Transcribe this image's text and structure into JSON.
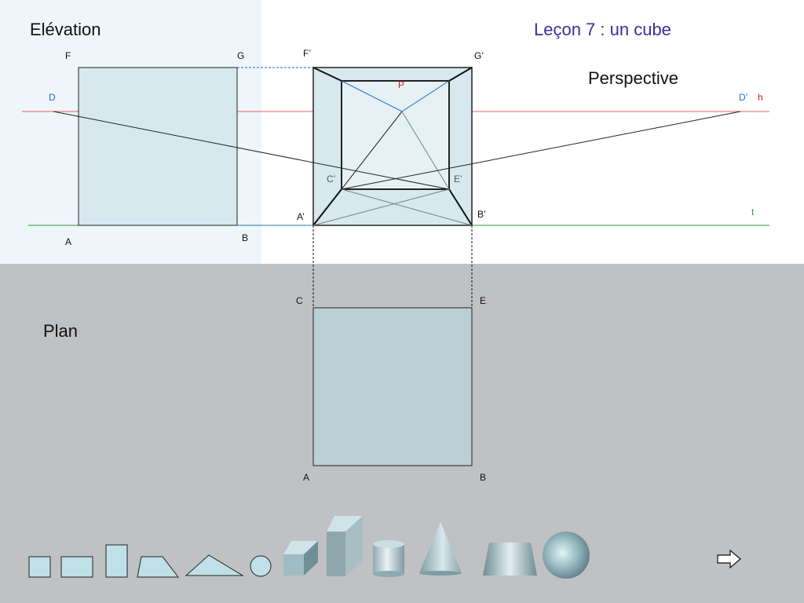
{
  "header": {
    "elevation_title": "Elévation",
    "lesson_title": "Leçon 7 : un cube",
    "perspective_title": "Perspective",
    "plan_title": "Plan"
  },
  "colors": {
    "lesson_title": "#333399",
    "horizon_line": "#e06060",
    "ground_line": "#2e9a3a",
    "vanishing_point": "#e01818",
    "distance_point": "#1e6ad6",
    "face_fill": "#d7e9ef",
    "plan_fill": "#bbd0d6"
  },
  "elevation": {
    "points": {
      "F": "F",
      "G": "G",
      "A": "A",
      "B": "B",
      "D": "D"
    }
  },
  "perspective": {
    "points": {
      "F": "F’",
      "G": "G’",
      "P": "P",
      "D": "D’",
      "h": "h",
      "C": "C’",
      "E": "E’",
      "A": "A’",
      "B": "B’",
      "t": "t"
    }
  },
  "plan": {
    "points": {
      "C": "C",
      "E": "E",
      "A": "A",
      "B": "B"
    }
  },
  "toolbar": {
    "tools": [
      "square-icon",
      "rectangle-icon",
      "tall-rectangle-icon",
      "trapezoid-icon",
      "triangle-icon",
      "circle-icon",
      "cube-icon",
      "prism-icon",
      "cylinder-icon",
      "cone-icon",
      "frustum-icon",
      "sphere-icon"
    ],
    "next": "arrow-right-icon"
  }
}
